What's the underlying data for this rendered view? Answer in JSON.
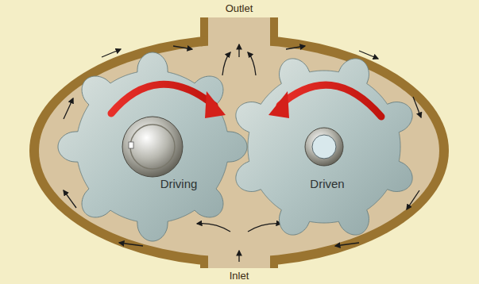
{
  "diagram": {
    "nodes": [
      {
        "text": [
          "Driving"
        ]
      },
      {
        "text": [
          "Driven"
        ]
      }
    ],
    "labels": [
      "Outlet",
      "Inlet"
    ]
  }
}
